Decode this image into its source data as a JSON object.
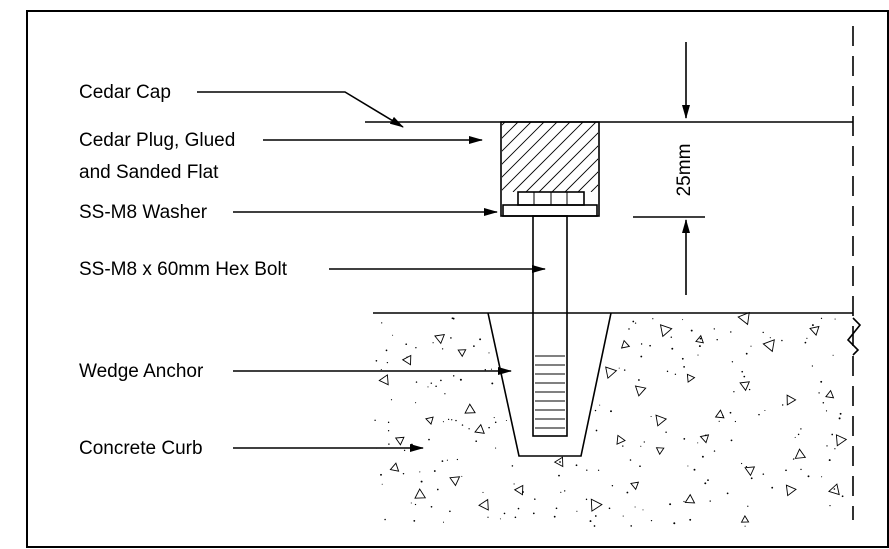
{
  "labels": {
    "cedar_cap": "Cedar Cap",
    "cedar_plug_line1": "Cedar Plug, Glued",
    "cedar_plug_line2": "and Sanded Flat",
    "washer": "SS-M8 Washer",
    "hex_bolt": "SS-M8 x 60mm Hex Bolt",
    "wedge_anchor": "Wedge Anchor",
    "concrete_curb": "Concrete Curb"
  },
  "dimension": {
    "cap_thickness": "25mm"
  },
  "colors": {
    "line": "#000000",
    "background": "#ffffff"
  }
}
